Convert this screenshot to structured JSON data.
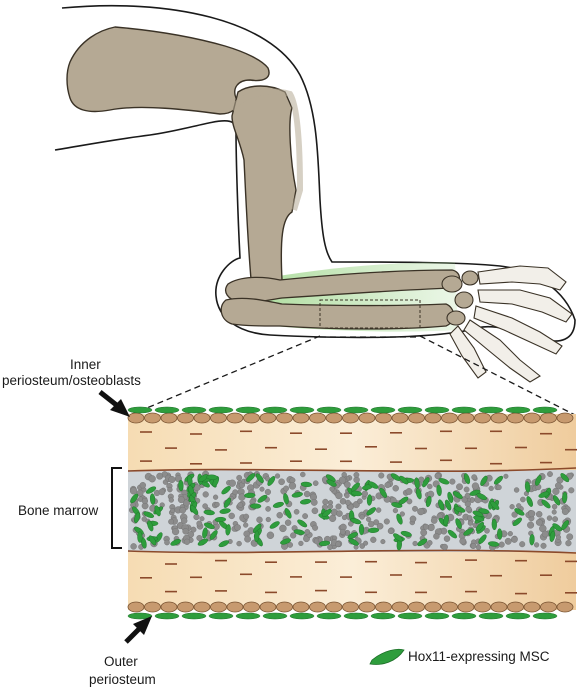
{
  "labels": {
    "inner_periosteum_line1": "Inner",
    "inner_periosteum_line2": "periosteum/osteoblasts",
    "bone_marrow": "Bone marrow",
    "outer_periosteum_line1": "Outer",
    "outer_periosteum_line2": "periosteum",
    "legend_msc": "Hox11-expressing MSC"
  },
  "colors": {
    "bone": "#b5a994",
    "bone_stroke": "#3a3226",
    "skin_outline": "#1a1a1a",
    "msc_green": "#2e9d3c",
    "msc_green_light": "#9fd68c",
    "osteoblast": "#c79a6f",
    "cortex_light": "#f7e7cc",
    "cortex_dark": "#e3bf8f",
    "cortical_lacunae": "#8b4a2b",
    "marrow_bg": "#cfd4d8",
    "marrow_cell": "#8c8c8c",
    "arrow": "#111111"
  },
  "icons": {
    "inner_arrow": "arrow-icon",
    "outer_arrow": "arrow-icon",
    "legend": "msc-cell-icon"
  }
}
